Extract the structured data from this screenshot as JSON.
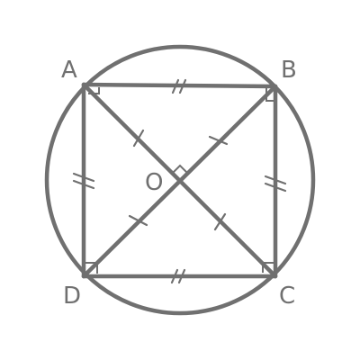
{
  "diagram": {
    "labels": {
      "a": "A",
      "b": "B",
      "c": "C",
      "d": "D",
      "o": "O"
    },
    "colors": {
      "line": "#707070",
      "background": "#ffffff"
    }
  }
}
